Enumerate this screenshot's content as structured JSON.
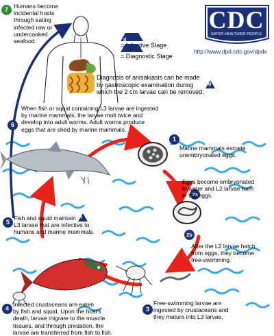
{
  "header": {
    "logo_text": "CDC",
    "logo_tagline": "SAFER·HEALTHIER·PEOPLE",
    "url": "http://www.dpd.cdc.gov/dpdx"
  },
  "legend": {
    "infective": {
      "letter": "i",
      "label": "= Infective Stage"
    },
    "diagnostic": {
      "letter": "d",
      "label": "= Diagnostic Stage"
    }
  },
  "diagnosis_text": [
    "Diagnosis of anisakiasis can be made",
    "by gastroscopic examination during",
    "which the 2 cm larvae can be removed."
  ],
  "steps": [
    {
      "id": "7",
      "lines": [
        "Humans become",
        "incidental hosts",
        "through eating",
        "infected raw or",
        "undercooked",
        "seafood."
      ]
    },
    {
      "id": "6",
      "lines": [
        "When fish or squid containing L3 larvae are ingested",
        "by marine mammals, the larvae molt twice and",
        "develop into adult worms.  Adult worms produce",
        "eggs that are shed by marine mammals."
      ]
    },
    {
      "id": "1",
      "lines": [
        "Marine mammals excrete",
        "unembryonated eggs."
      ]
    },
    {
      "id": "2a",
      "lines": [
        "Eggs become embryonated",
        "in water and L2 larvae form",
        "in the eggs."
      ]
    },
    {
      "id": "2b",
      "lines": [
        "After the L2 larvae hatch",
        "from eggs, they become",
        "free-swimming."
      ]
    },
    {
      "id": "3",
      "lines": [
        "Free-swimming larvae are",
        "ingested by crustaceans and",
        "they mature into L3 larvae."
      ]
    },
    {
      "id": "4",
      "lines": [
        "Infected crustaceans are eaten",
        "by fish and squid.  Upon the host's",
        "death, larvae migrate to the muscle",
        "tissues, and through predation, the",
        "larvae are transferred from fish to fish."
      ]
    },
    {
      "id": "5",
      "lines": [
        "Fish and squid maintain",
        "L3 larvae that are infective to",
        "humans and marine mammals."
      ]
    }
  ],
  "colors": {
    "navy": "#1b2f73",
    "step7_green": "#2e8b3a",
    "arrow_red": "#e8231c",
    "wave_blue": "#3ea8e0"
  }
}
